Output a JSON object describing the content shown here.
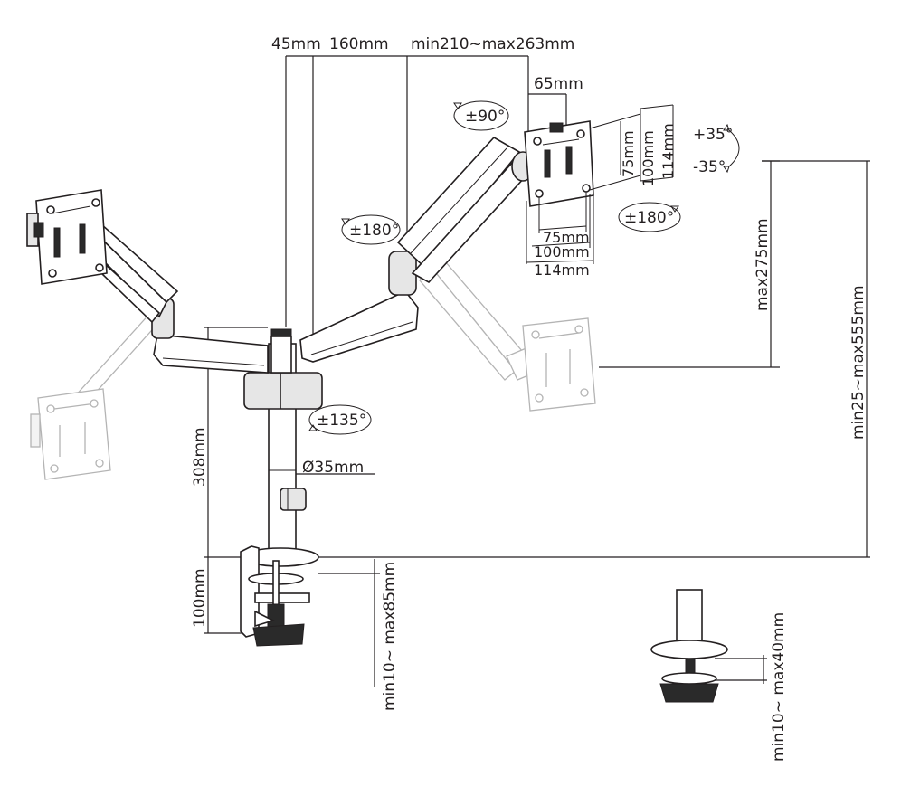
{
  "colors": {
    "line": "#231f20",
    "ghost": "#b4b4b4",
    "background": "#ffffff",
    "dark_part": "#2a2a2a"
  },
  "top_dims": {
    "d45": "45mm",
    "d160": "160mm",
    "reach": "min210~max263mm"
  },
  "vesa": {
    "offset": "65mm",
    "v75": "75mm",
    "v100": "100mm",
    "v114": "114mm",
    "h75": "75mm",
    "h100": "100mm",
    "h114": "114mm"
  },
  "rotation": {
    "pan": "±90°",
    "swivel": "±180°",
    "rotate": "±180°",
    "arm": "±135°",
    "tilt_up": "+35°",
    "tilt_down": "-35°"
  },
  "heights": {
    "max_height": "max275mm",
    "range": "min25~max555mm",
    "pole": "308mm",
    "base": "100mm"
  },
  "pole": {
    "diameter": "Ø35mm"
  },
  "clamp": {
    "clamp_range": "min10~ max85mm",
    "grommet_range": "min10~ max40mm"
  }
}
